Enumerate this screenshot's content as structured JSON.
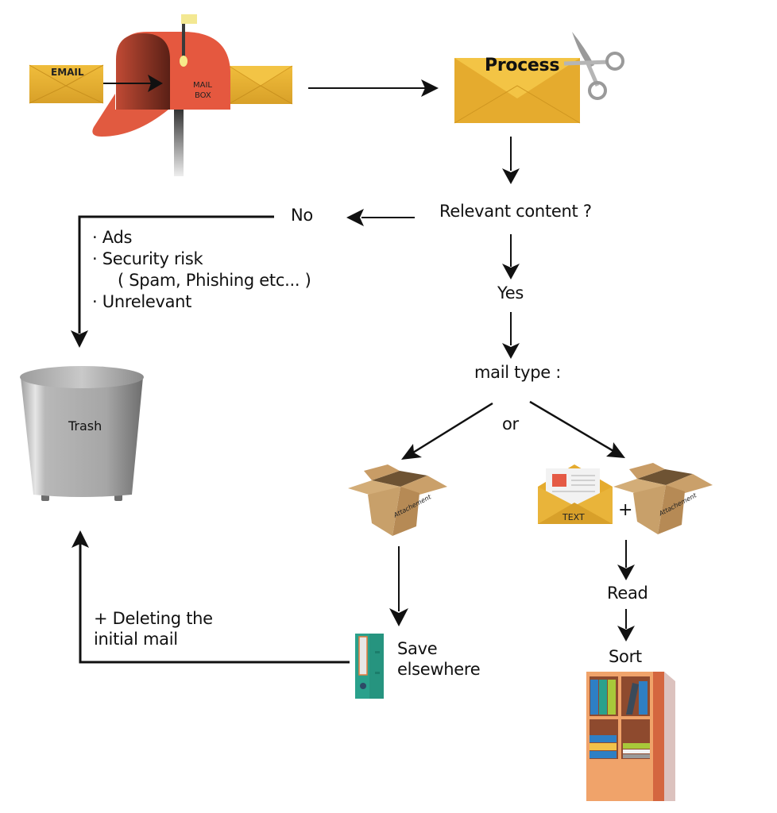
{
  "mailbox": {
    "incoming_envelope_label": "EMAIL",
    "box_label_line1": "MAIL",
    "box_label_line2": "BOX"
  },
  "process": {
    "label": "Process"
  },
  "decision": {
    "question": "Relevant content ?",
    "no_label": "No",
    "yes_label": "Yes"
  },
  "rejected_reasons": [
    "· Ads",
    "· Security risk",
    "( Spam, Phishing etc... )",
    "· Unrelevant"
  ],
  "trash": {
    "label": "Trash"
  },
  "mail_type": {
    "label": "mail type :",
    "or_label": "or"
  },
  "attachment_box_label": "Attachement",
  "text_envelope_label": "TEXT",
  "plus_label": "+",
  "save": {
    "line1": "Save",
    "line2": "elsewhere"
  },
  "delete_note": {
    "line1": "+ Deleting the",
    "line2": "initial mail"
  },
  "read_label": "Read",
  "sort_label": "Sort",
  "colors": {
    "envelope": "#e8b030",
    "envelope_dark": "#d49a22",
    "mailbox_red": "#e5583f",
    "mailbox_dark": "#6e2a1c",
    "trash_gray": "#a9a9a9",
    "box_brown": "#c39a66",
    "binder_teal": "#2aa18c",
    "cabinet_orange": "#f0a36a",
    "cabinet_side": "#d4663f"
  }
}
